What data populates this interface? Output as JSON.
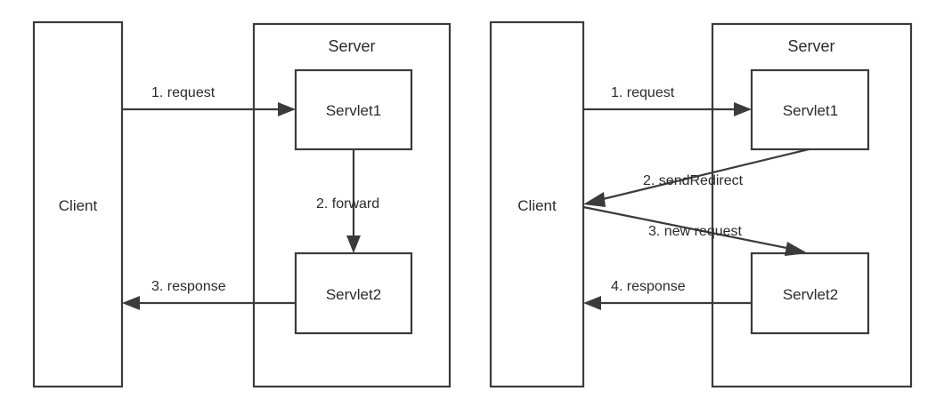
{
  "diagram": {
    "type": "sequence-flow",
    "panels": [
      {
        "id": "forward",
        "client": {
          "label": "Client"
        },
        "server": {
          "label": "Server"
        },
        "nodes": [
          {
            "id": "servlet1",
            "label": "Servlet1"
          },
          {
            "id": "servlet2",
            "label": "Servlet2"
          }
        ],
        "edges": [
          {
            "id": "e1",
            "label": "1. request",
            "from": "Client",
            "to": "Servlet1"
          },
          {
            "id": "e2",
            "label": "2. forward",
            "from": "Servlet1",
            "to": "Servlet2"
          },
          {
            "id": "e3",
            "label": "3. response",
            "from": "Servlet2",
            "to": "Client"
          }
        ]
      },
      {
        "id": "redirect",
        "client": {
          "label": "Client"
        },
        "server": {
          "label": "Server"
        },
        "nodes": [
          {
            "id": "servlet1",
            "label": "Servlet1"
          },
          {
            "id": "servlet2",
            "label": "Servlet2"
          }
        ],
        "edges": [
          {
            "id": "e1",
            "label": "1. request",
            "from": "Client",
            "to": "Servlet1"
          },
          {
            "id": "e2",
            "label": "2. sendRedirect",
            "from": "Servlet1",
            "to": "Client"
          },
          {
            "id": "e3",
            "label": "3. new request",
            "from": "Client",
            "to": "Servlet2"
          },
          {
            "id": "e4",
            "label": "4. response",
            "from": "Servlet2",
            "to": "Client"
          }
        ]
      }
    ],
    "colors": {
      "stroke": "#3b3b3b",
      "text": "#2b2b2b",
      "background": "#ffffff"
    }
  }
}
